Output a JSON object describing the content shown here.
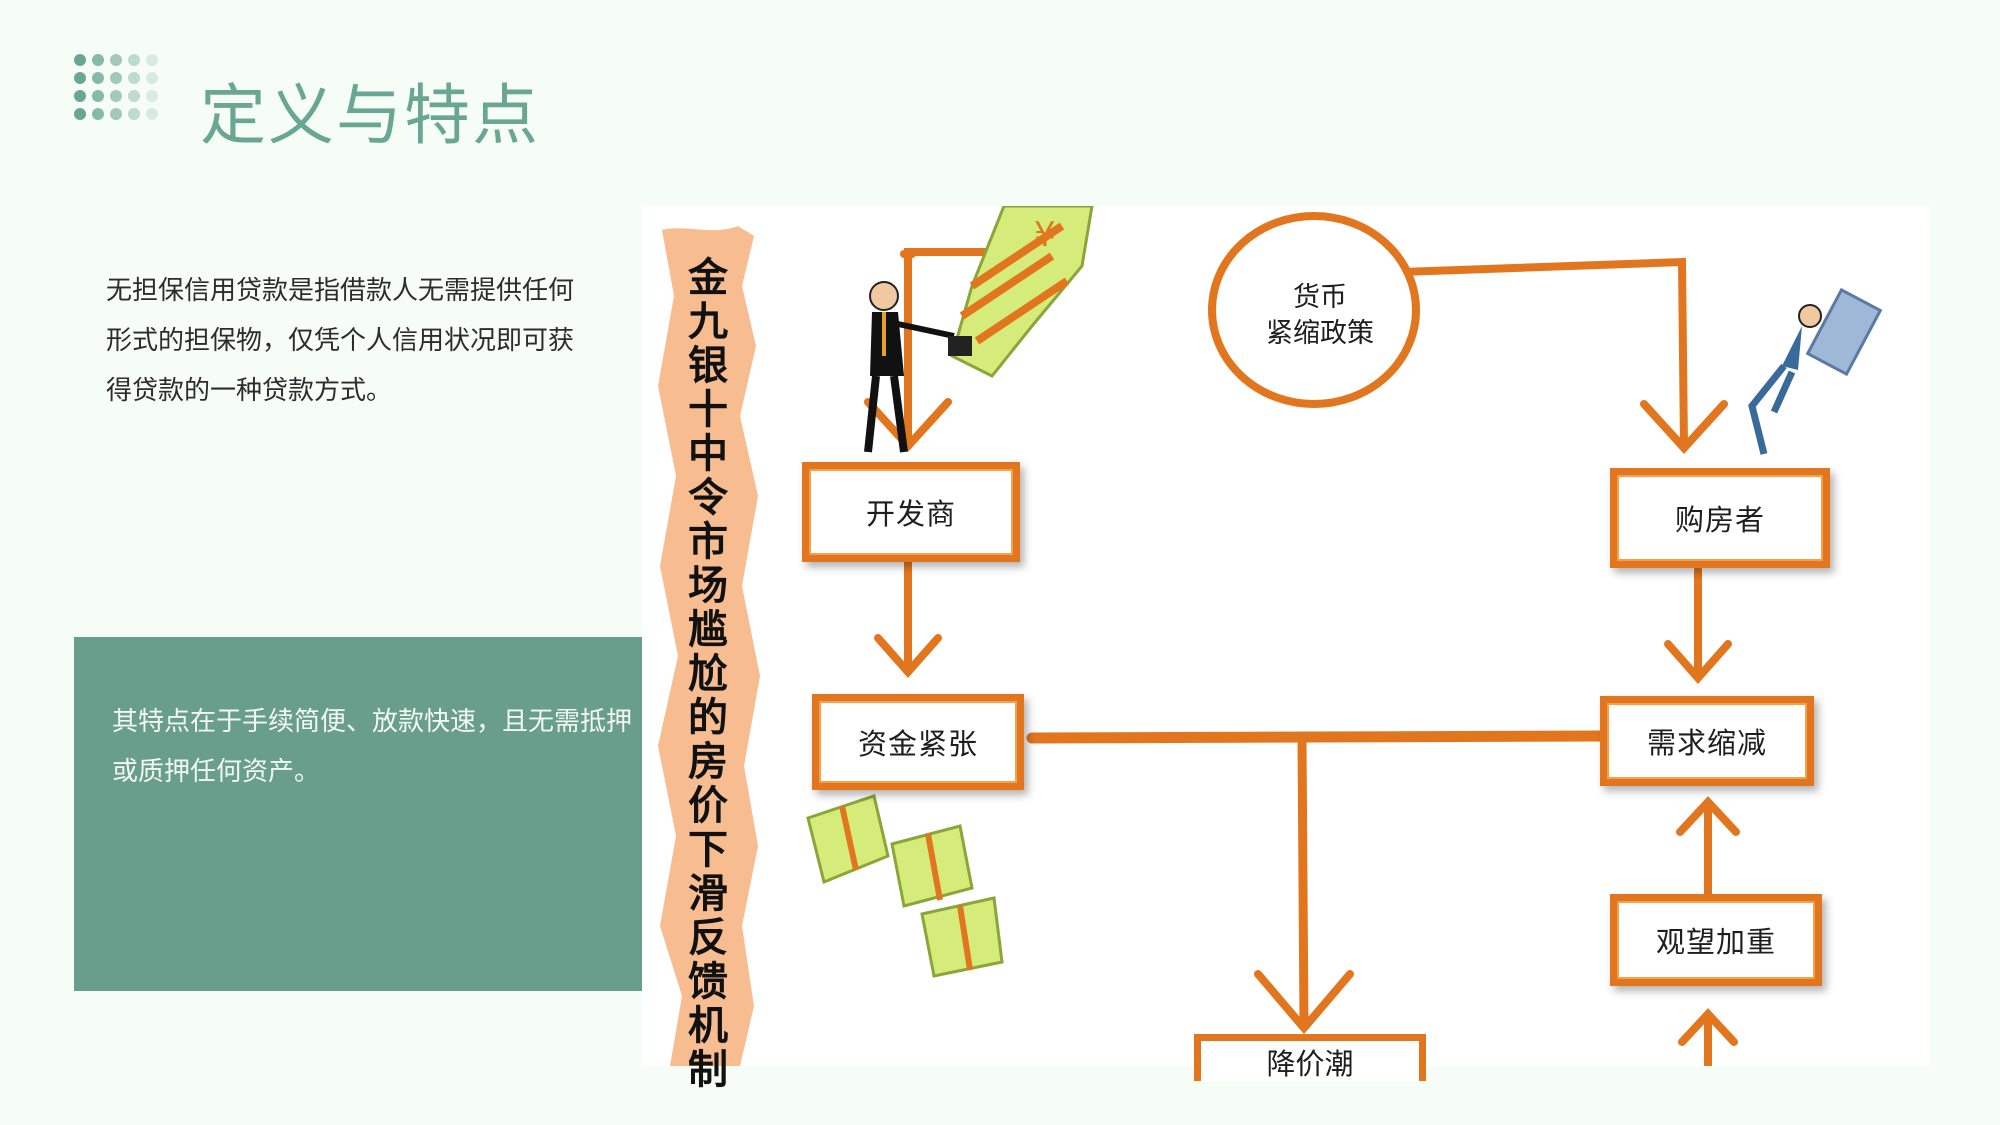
{
  "header": {
    "title": "定义与特点"
  },
  "intro": {
    "text": "无担保信用贷款是指借款人无需提供任何形式的担保物，仅凭个人信用状况即可获得贷款的一种贷款方式。"
  },
  "feature": {
    "text": "其特点在于手续简便、放款快速，且无需抵押或质押任何资产。"
  },
  "diagram": {
    "vertical_title": "金九银十中令市场尴尬的房价下滑反馈机制",
    "policy_circle_line1": "货币",
    "policy_circle_line2": "紧缩政策",
    "nodes": {
      "developer": "开发商",
      "buyer": "购房者",
      "funds_tight": "资金紧张",
      "demand_shrink": "需求缩减",
      "wait_and_see": "观望加重",
      "price_cut": "降价潮"
    },
    "money_symbol": "¥"
  },
  "colors": {
    "accent_green": "#6aa793",
    "box_green": "#6a9e8c",
    "rope_orange": "#e2761e",
    "money_green": "#d6ec7a"
  }
}
